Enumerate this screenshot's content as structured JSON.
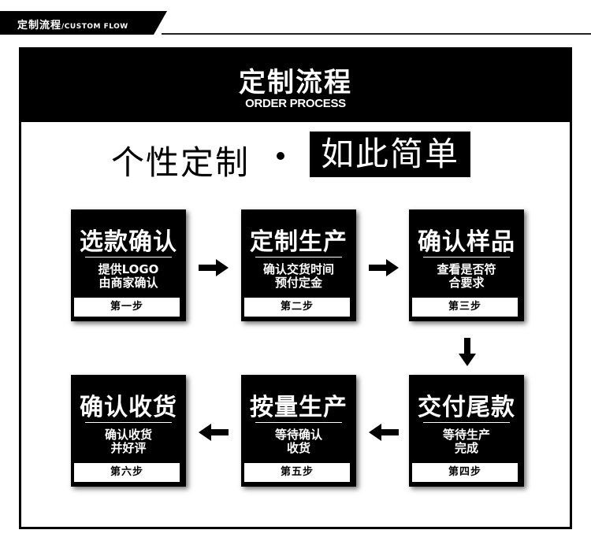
{
  "top_banner": {
    "title_zh": "定制流程",
    "title_en": "/CUSTOM FLOW"
  },
  "header": {
    "title": "定制流程",
    "subtitle": "ORDER PROCESS"
  },
  "slogan": {
    "left": "个性定制",
    "right": "如此简单"
  },
  "steps": [
    {
      "title": "选款确认",
      "desc": [
        "提供LOGO",
        "由商家确认"
      ],
      "label": "第一步"
    },
    {
      "title": "定制生产",
      "desc": [
        "确认交货时间",
        "预付定金"
      ],
      "label": "第二步"
    },
    {
      "title": "确认样品",
      "desc": [
        "查看是否符",
        "合要求"
      ],
      "label": "第三步"
    },
    {
      "title": "交付尾款",
      "desc": [
        "等待生产",
        "完成"
      ],
      "label": "第四步"
    },
    {
      "title": "按量生产",
      "desc": [
        "等待确认",
        "收货"
      ],
      "label": "第五步"
    },
    {
      "title": "确认收货",
      "desc": [
        "确认收货",
        "并好评"
      ],
      "label": "第六步"
    }
  ],
  "colors": {
    "primary": "#000000",
    "background": "#ffffff"
  },
  "icons": [
    "arrow-right-icon",
    "arrow-down-icon",
    "arrow-left-icon"
  ]
}
